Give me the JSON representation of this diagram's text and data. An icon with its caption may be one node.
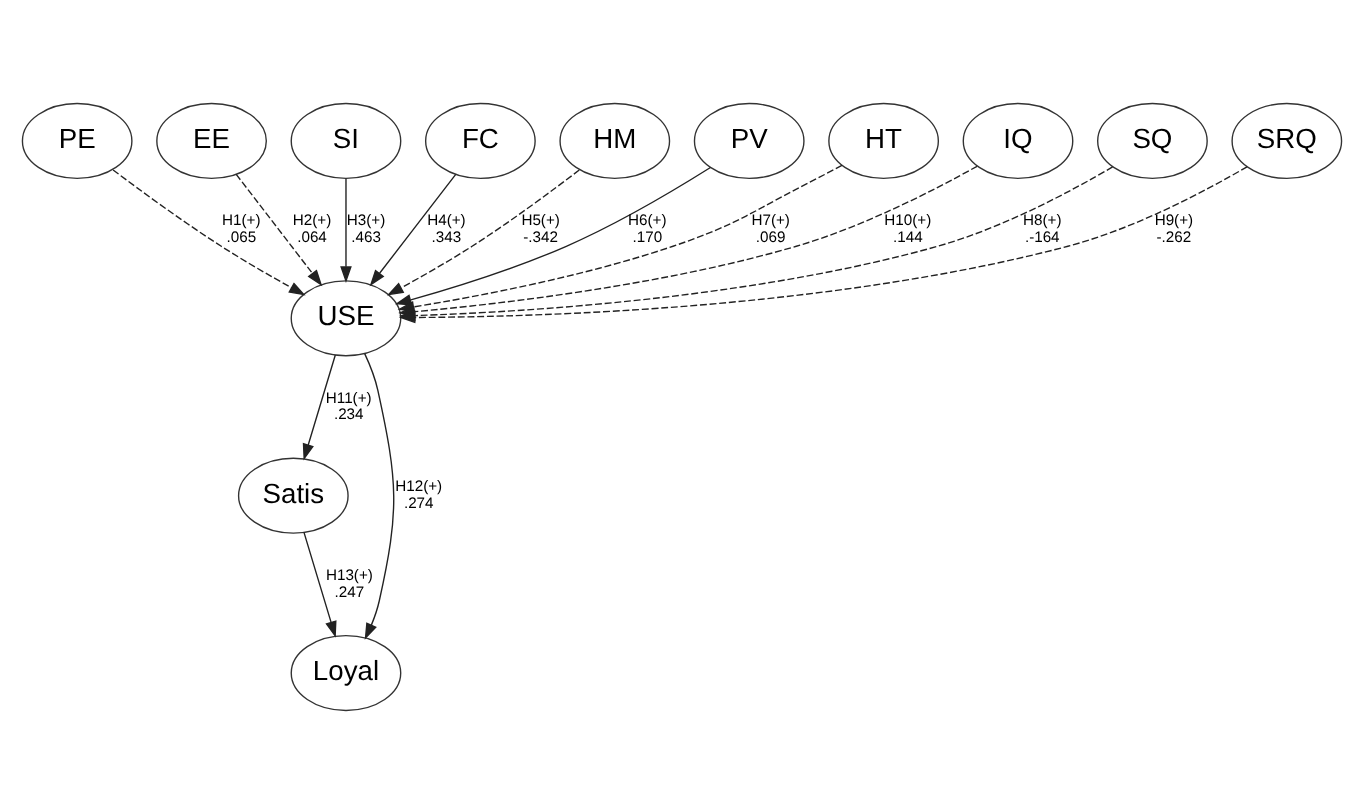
{
  "diagram": {
    "nodes": [
      {
        "text": [
          "PE"
        ]
      },
      {
        "text": [
          "EE"
        ]
      },
      {
        "text": [
          "SI"
        ]
      },
      {
        "text": [
          "FC"
        ]
      },
      {
        "text": [
          "HM"
        ]
      },
      {
        "text": [
          "Satis"
        ]
      },
      {
        "text": [
          "USE"
        ]
      },
      {
        "text": [
          "Loyal"
        ]
      },
      {
        "text": [
          "PV"
        ]
      },
      {
        "text": [
          "HT"
        ]
      },
      {
        "text": [
          "IQ"
        ]
      },
      {
        "text": [
          "SQ"
        ]
      },
      {
        "text": [
          "SRQ"
        ]
      }
    ],
    "edges": [
      {
        "from": 0,
        "to": 6,
        "arrow": "to",
        "style": "dashed",
        "label": "H1(+) .065"
      },
      {
        "from": 1,
        "to": 6,
        "arrow": "to",
        "style": "dashed",
        "label": "H2(+) .064"
      },
      {
        "from": 2,
        "to": 6,
        "arrow": "to",
        "label": "H3(+) .463"
      },
      {
        "from": 3,
        "to": 6,
        "arrow": "to",
        "label": "H4(+) .343"
      },
      {
        "from": 4,
        "to": 6,
        "arrow": "to",
        "style": "dashed",
        "label": "H5(+) -.342"
      },
      {
        "from": 8,
        "to": 6,
        "arrow": "to",
        "label": "H6(+) .170"
      },
      {
        "from": 9,
        "to": 6,
        "arrow": "to",
        "style": "dashed",
        "label": "H7(+) .069"
      },
      {
        "from": 10,
        "to": 6,
        "arrow": "to",
        "style": "dashed",
        "label": "H10(+) .144"
      },
      {
        "from": 11,
        "to": 6,
        "arrow": "to",
        "style": "dashed",
        "label": "H8(+) .-164"
      },
      {
        "from": 12,
        "to": 6,
        "arrow": "to",
        "style": "dashed",
        "label": "H9(+) -.262"
      },
      {
        "from": 6,
        "to": 5,
        "arrow": "to",
        "label": "H11(+) .234"
      },
      {
        "from": 6,
        "to": 7,
        "arrow": "to",
        "label": "H12(+) .274"
      },
      {
        "from": 5,
        "to": 7,
        "arrow": "to",
        "label": "H13(+) .247"
      }
    ]
  }
}
